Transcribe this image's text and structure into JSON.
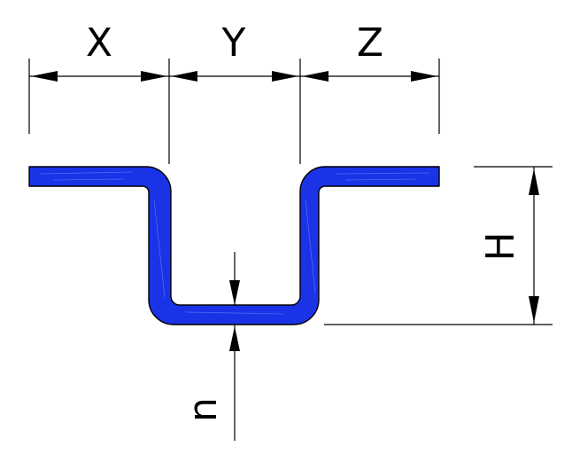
{
  "labels": {
    "x": "X",
    "y": "Y",
    "z": "Z",
    "h": "H",
    "n": "n"
  },
  "colors": {
    "profile_fill": "#1a33e6",
    "line": "#000000",
    "background": "#ffffff"
  }
}
